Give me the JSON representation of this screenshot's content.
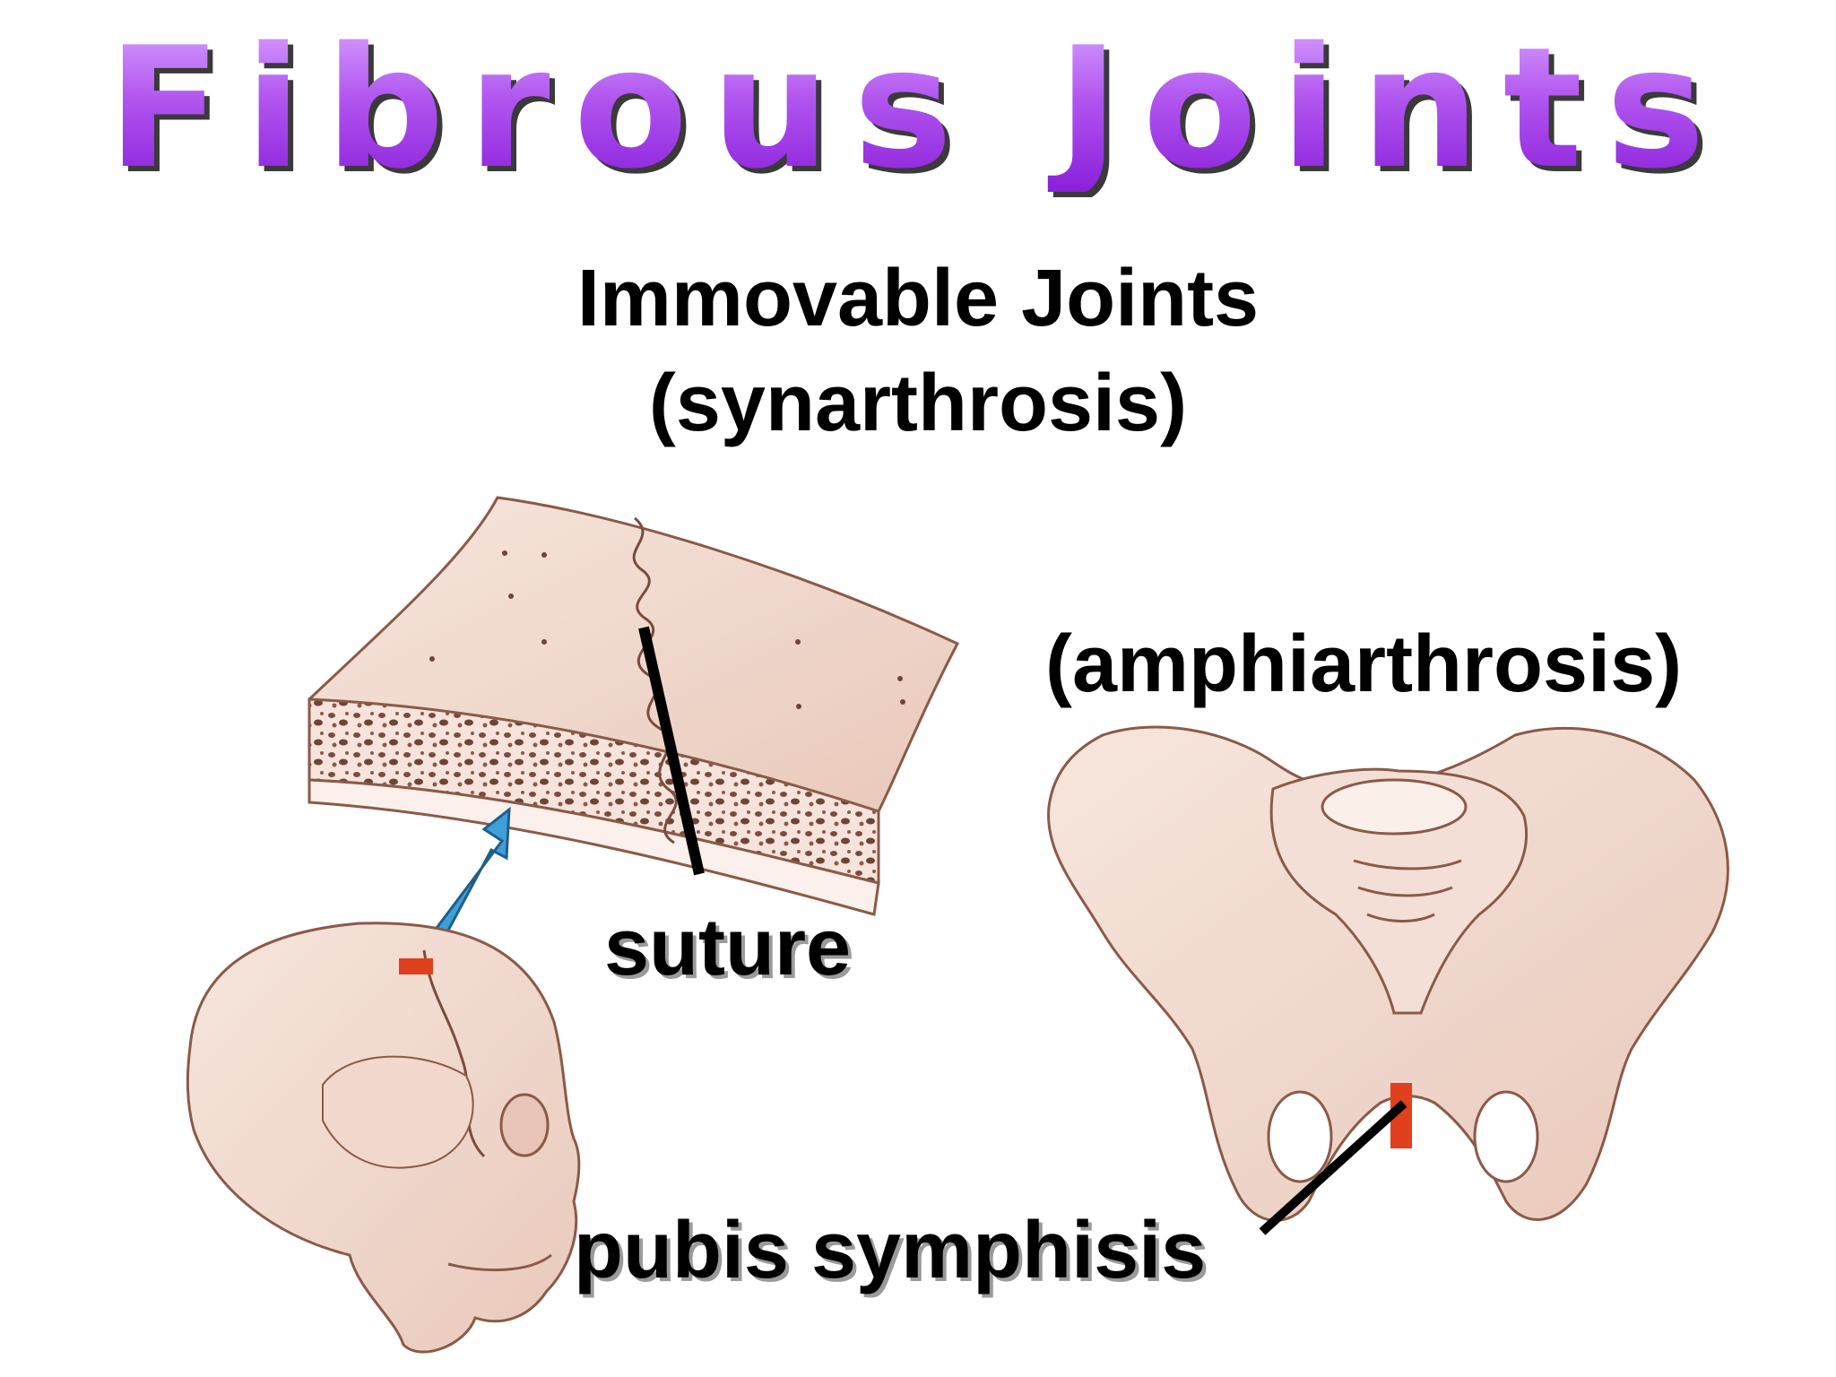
{
  "title": "Fibrous Joints",
  "subtitle": {
    "line1": "Immovable Joints",
    "line2": "(synarthrosis)"
  },
  "labels": {
    "amphiarthrosis": "(amphiarthrosis)",
    "suture": "suture",
    "pubis_symphisis": "pubis symphisis"
  },
  "colors": {
    "title_purple": "#a43fe6",
    "bone": "#f3ddd4",
    "bone_outline": "#8a5a48",
    "highlight_red": "#e0401d",
    "arrow_blue": "#3f9fd8"
  }
}
